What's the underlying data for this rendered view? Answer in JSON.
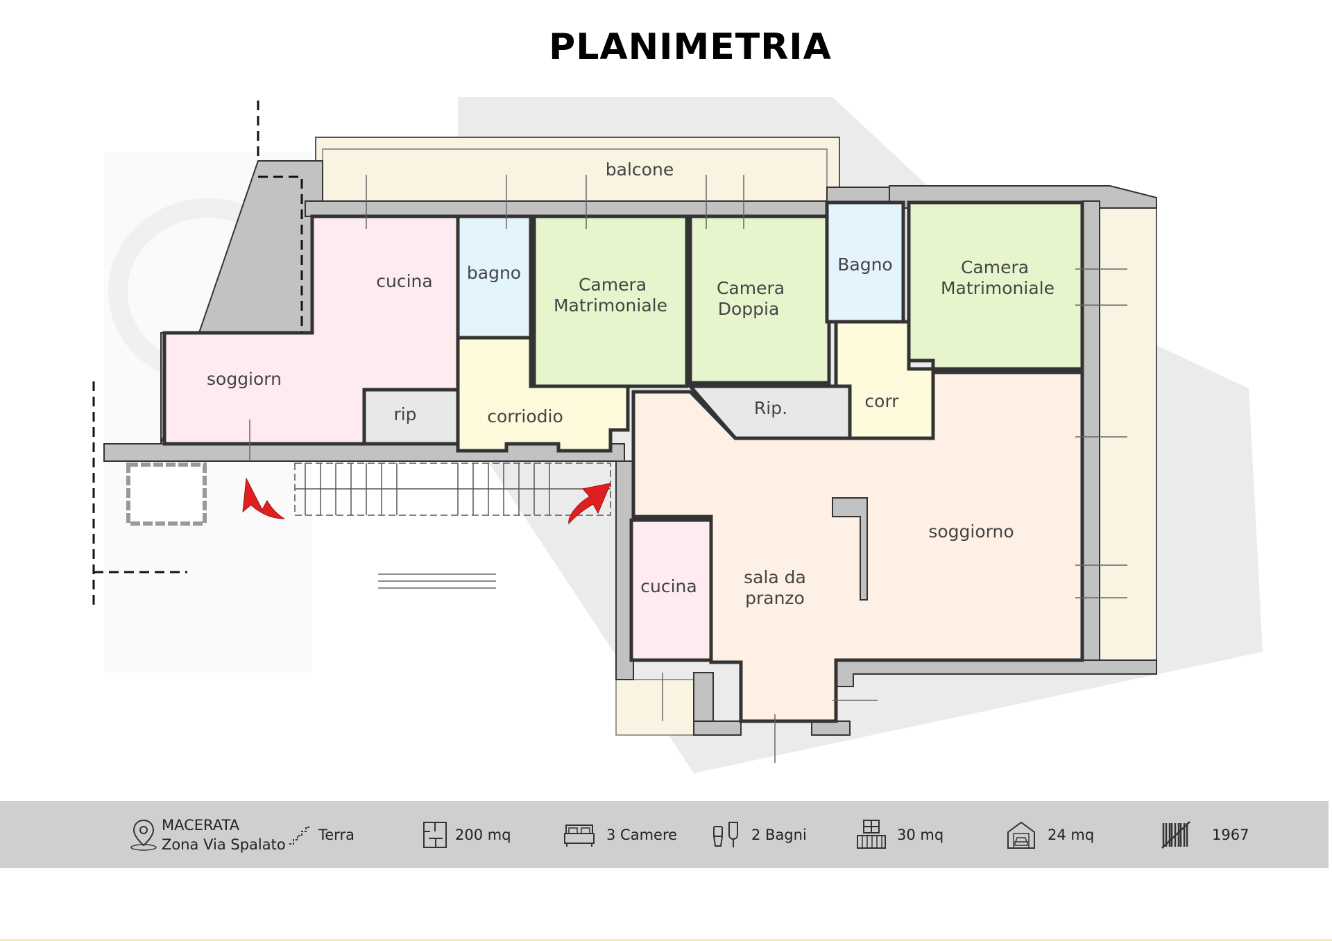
{
  "title": "PLANIMETRIA",
  "rooms": {
    "balcone": "balcone",
    "cucina_top": "cucina",
    "bagno": "bagno",
    "camera_matrimoniale_1": [
      "Camera",
      "Matrimoniale"
    ],
    "camera_doppia": [
      "Camera",
      "Doppia"
    ],
    "bagno_2": "Bagno",
    "camera_matrimoniale_2": [
      "Camera",
      "Matrimoniale"
    ],
    "soggiorn": "soggiorn",
    "rip": "rip",
    "corridoio": "corriodio",
    "rip_2": "Rip.",
    "corr": "corr",
    "soggiorno": "soggiorno",
    "cucina_bottom": "cucina",
    "sala_da_pranzo": [
      "sala da",
      "pranzo"
    ]
  },
  "room_colors": {
    "pink": "#fdebf0",
    "blue": "#e4f4fc",
    "green": "#e7f5cc",
    "yellow": "#fefbdc",
    "peach": "#fef0e4",
    "grey": "#e8e8e8",
    "cream": "#f9f4e1",
    "wall": "#c2c2c2",
    "arrow": "#e02020"
  },
  "info_bar": {
    "location_line1": "MACERATA",
    "location_line2": "Zona Via Spalato",
    "floor": "Terra",
    "area": "200 mq",
    "bedrooms": "3 Camere",
    "bathrooms": "2 Bagni",
    "balcony_area": "30 mq",
    "garage_area": "24 mq",
    "year": "1967"
  },
  "icons": [
    "location-pin-icon",
    "stairs-icon",
    "floor-plan-icon",
    "bed-icon",
    "bathroom-icon",
    "balcony-icon",
    "garage-icon",
    "year-built-icon"
  ]
}
